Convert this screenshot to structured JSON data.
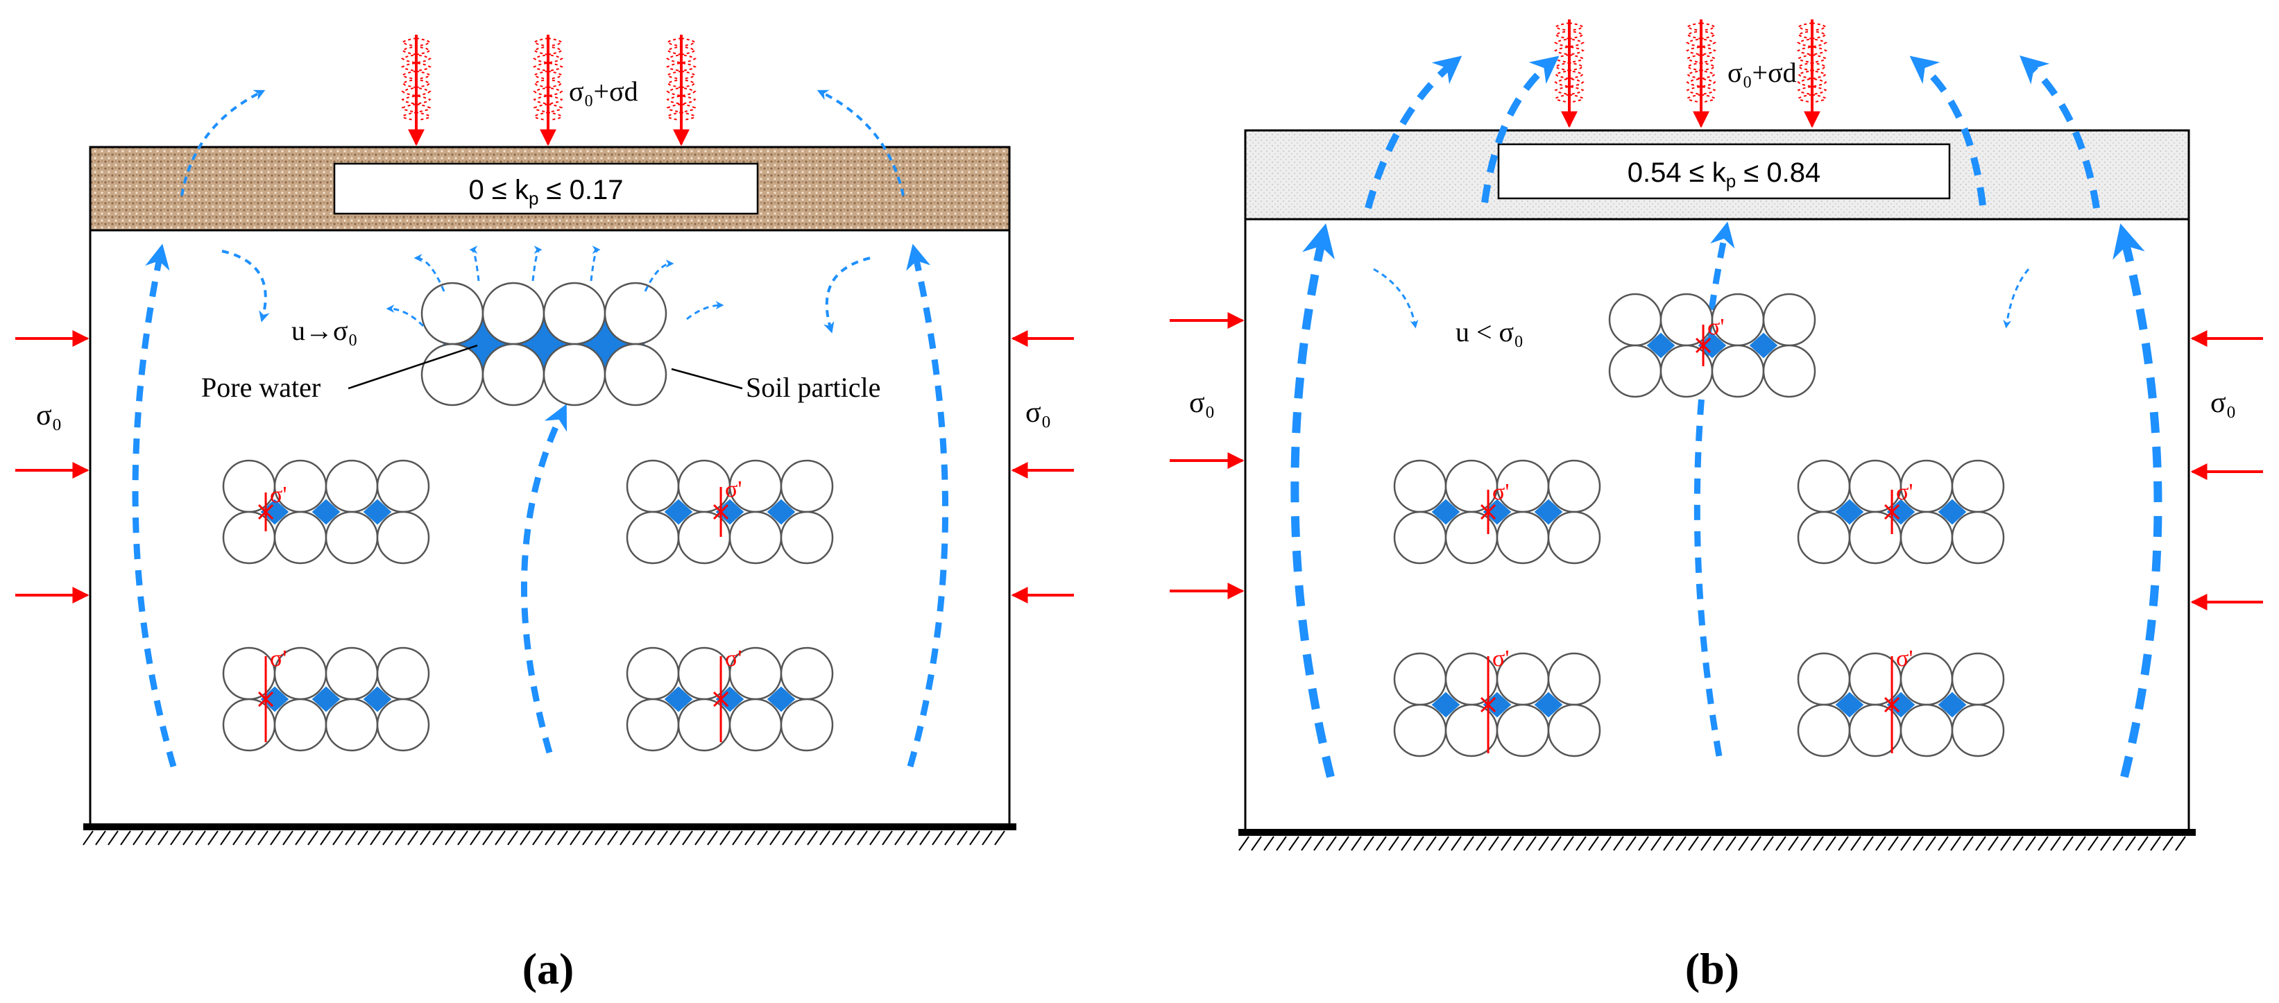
{
  "panels": [
    {
      "id": "a",
      "caption_letter": "a",
      "kp_sigma_prefix": "0 ≤ k",
      "kp_sub": "p",
      "kp_suffix": " ≤ 0.17",
      "top_load": "σ₀+σd",
      "pressure_label": "u→σ₀",
      "lateral_left": "σ₀",
      "lateral_right": "σ₀",
      "pore_water_label": "Pore water",
      "soil_particle_label": "Soil particle",
      "effective_stress": "σ'"
    },
    {
      "id": "b",
      "caption_letter": "b",
      "kp_sigma_prefix": "0.54 ≤ k",
      "kp_sub": "p",
      "kp_suffix": " ≤ 0.84",
      "top_load": "σ₀+σd",
      "pressure_label": "u < σ₀",
      "lateral_left": "σ₀",
      "lateral_right": "σ₀",
      "effective_stress": "σ'"
    }
  ],
  "colors": {
    "load_arrow": "#ff0000",
    "flow_arrow": "#1e90ff",
    "pore_water": "#1a7fe0",
    "layer_a": "#c9a888",
    "layer_b": "#ececec",
    "frame": "#000000"
  }
}
